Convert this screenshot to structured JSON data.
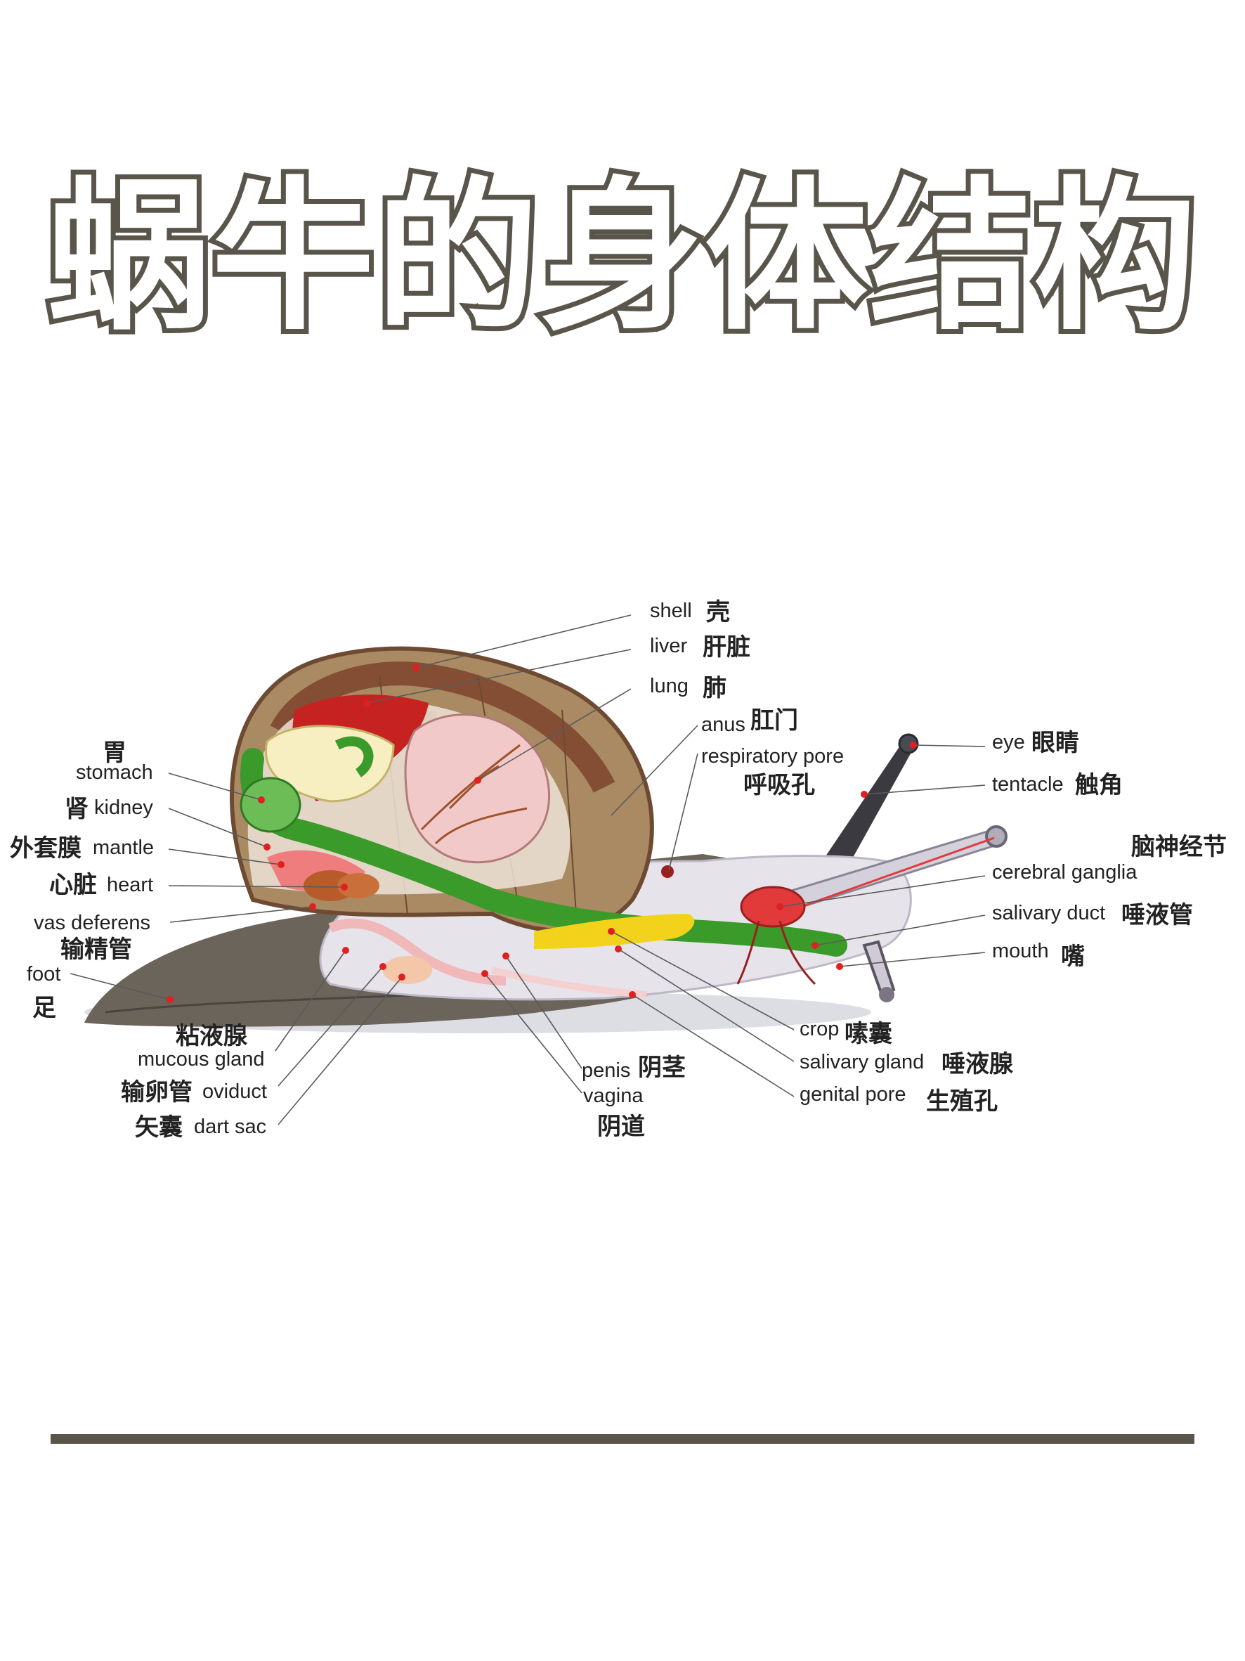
{
  "title": "蜗牛的身体结构",
  "labels": {
    "shell": {
      "en": "shell",
      "zh": "壳"
    },
    "liver": {
      "en": "liver",
      "zh": "肝脏"
    },
    "lung": {
      "en": "lung",
      "zh": "肺"
    },
    "anus": {
      "en": "anus",
      "zh": "肛门"
    },
    "respiratory_pore": {
      "en": "respiratory pore",
      "zh": "呼吸孔"
    },
    "eye": {
      "en": "eye",
      "zh": "眼睛"
    },
    "tentacle": {
      "en": "tentacle",
      "zh": "触角"
    },
    "cerebral_ganglia": {
      "en": "cerebral ganglia",
      "zh": "脑神经节"
    },
    "salivary_duct": {
      "en": "salivary duct",
      "zh": "唾液管"
    },
    "mouth": {
      "en": "mouth",
      "zh": "嘴"
    },
    "crop": {
      "en": "crop",
      "zh": "嗉囊"
    },
    "salivary_gland": {
      "en": "salivary gland",
      "zh": "唾液腺"
    },
    "genital_pore": {
      "en": "genital pore",
      "zh": "生殖孔"
    },
    "penis": {
      "en": "penis",
      "zh": "阴茎"
    },
    "vagina": {
      "en": "vagina",
      "zh": "阴道"
    },
    "stomach": {
      "en": "stomach",
      "zh": "胃"
    },
    "kidney": {
      "en": "kidney",
      "zh": "肾"
    },
    "mantle": {
      "en": "mantle",
      "zh": "外套膜"
    },
    "heart": {
      "en": "heart",
      "zh": "心脏"
    },
    "vas_deferens": {
      "en": "vas deferens",
      "zh": "输精管"
    },
    "foot": {
      "en": "foot",
      "zh": "足"
    },
    "mucous_gland": {
      "en": "mucous gland",
      "zh": "粘液腺"
    },
    "oviduct": {
      "en": "oviduct",
      "zh": "输卵管"
    },
    "dart_sac": {
      "en": "dart sac",
      "zh": "矢囊"
    }
  },
  "colors": {
    "title_stroke": "#5a554b",
    "shell": "#8b5a3c",
    "foot": "#6b645a",
    "digestive": "#3a9a2a",
    "gland": "#f2d21a",
    "vessel": "#e23a3a",
    "lung": "#f2c9c9",
    "liver": "#c62222"
  }
}
